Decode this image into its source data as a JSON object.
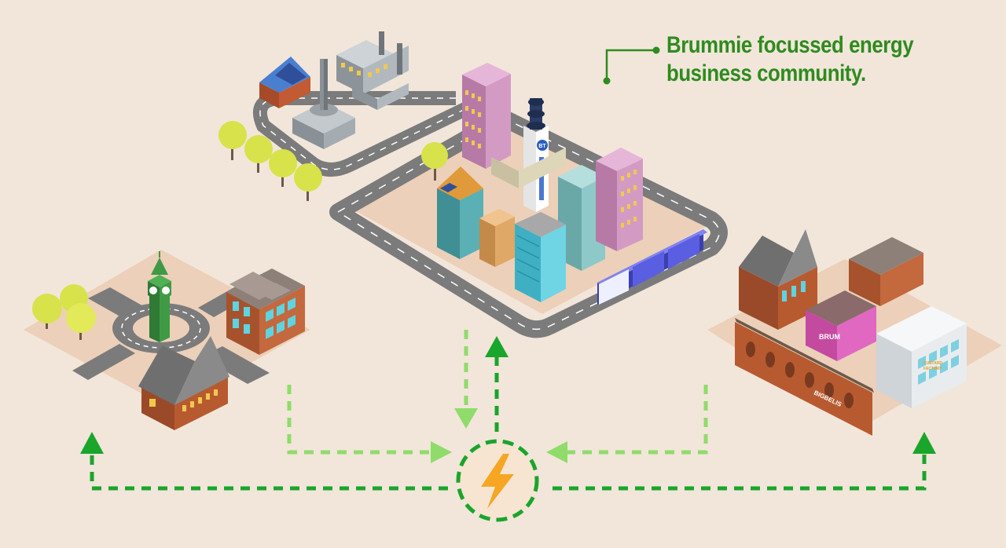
{
  "callout": {
    "line1": "Brummie focussed energy",
    "line2": "business community."
  },
  "colors": {
    "background": "#f2e6da",
    "accent_green": "#2e8b1f",
    "flow_dark": "#1aa52b",
    "flow_light": "#8fdc6a",
    "hub_fill": "#f7e5d2",
    "bolt": "#f6a623",
    "road": "#7b7b7b",
    "tram": "#5a5ee0"
  },
  "icons": {
    "hub": "lightning-bolt-icon",
    "arrows": "arrow-head-icon"
  },
  "brand_marks": [
    "BT",
    "CUSTARD FACTORY",
    "BRUM",
    "BIGBELIS"
  ]
}
